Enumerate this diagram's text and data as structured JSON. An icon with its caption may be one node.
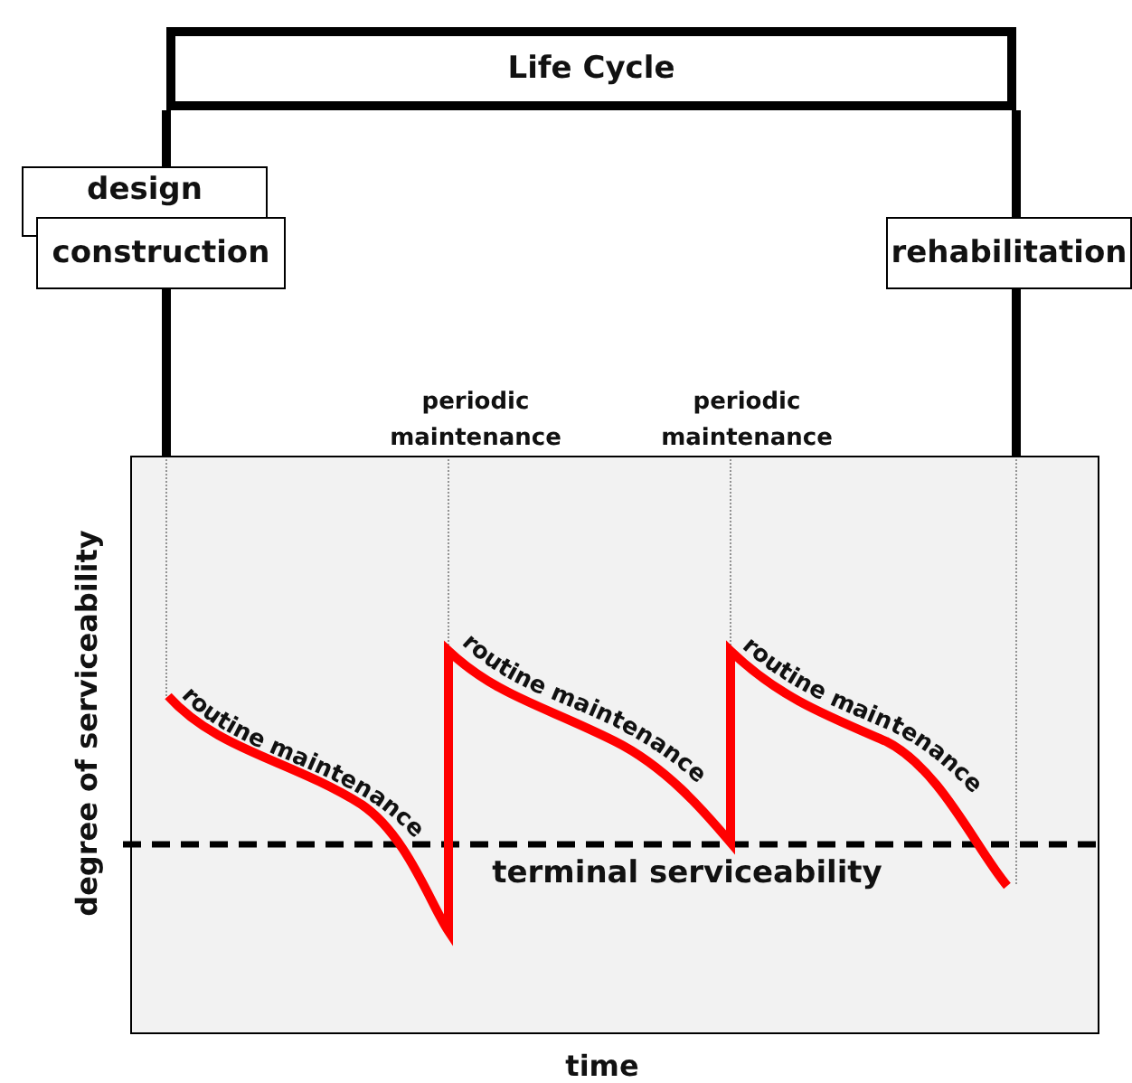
{
  "diagram": {
    "nodes": [
      {
        "text": [
          "Life Cycle"
        ]
      },
      {
        "text": [
          "design"
        ]
      },
      {
        "text": [
          "construction"
        ]
      },
      {
        "text": [
          "rehabilitation"
        ]
      },
      {
        "text": [],
        "shape": "box"
      }
    ],
    "edges": [
      {
        "from": 0,
        "to": 1,
        "arrow": "none"
      },
      {
        "from": 2,
        "to": 4,
        "arrow": "none"
      },
      {
        "from": 0,
        "to": 3,
        "arrow": "none"
      },
      {
        "from": 3,
        "to": 4,
        "arrow": "none"
      }
    ],
    "labels": [
      "periodic maintenance",
      "periodic maintenance",
      "routine maintenance",
      "routine maintenance",
      "routine maintenance",
      "terminal serviceability",
      "degree of serviceability",
      "time"
    ]
  }
}
